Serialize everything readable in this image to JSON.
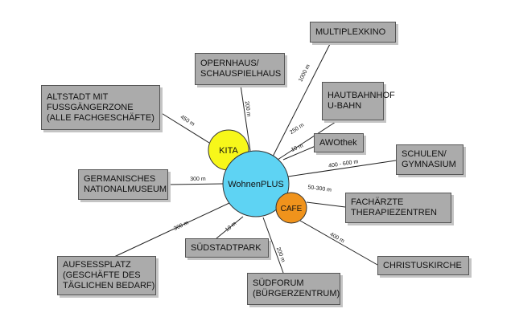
{
  "hub": {
    "label": "WohnenPLUS",
    "color": "#5ed3f3"
  },
  "kita": {
    "label": "KITA",
    "color": "#f7f71a"
  },
  "cafe": {
    "label": "CAFE",
    "color": "#f0931c"
  },
  "places": [
    {
      "key": "multiplexkino",
      "lines": [
        "MULTIPLEXKINO"
      ],
      "distance": "1000 m"
    },
    {
      "key": "opernhaus",
      "lines": [
        "OPERNHAUS/",
        "SCHAUSPIELHAUS"
      ],
      "distance": "200 m"
    },
    {
      "key": "hauptbahnhof",
      "lines": [
        "HAUTBAHNHOF",
        "U-BAHN"
      ],
      "distance": "250 m"
    },
    {
      "key": "altstadt",
      "lines": [
        "ALTSTADT MIT",
        "FUSSGÄNGERZONE",
        "(ALLE FACHGESCHÄFTE)"
      ],
      "distance": "450 m"
    },
    {
      "key": "awothek",
      "lines": [
        "AWOthek"
      ],
      "distance": "10 m"
    },
    {
      "key": "schulen",
      "lines": [
        "SCHULEN/",
        "GYMNASIUM"
      ],
      "distance": "400 - 600 m"
    },
    {
      "key": "nationalmuseum",
      "lines": [
        "GERMANISCHES",
        "NATIONALMUSEUM"
      ],
      "distance": "300 m"
    },
    {
      "key": "fachaerzte",
      "lines": [
        "FACHÄRZTE",
        "THERAPIEZENTREN"
      ],
      "distance": "50-300 m"
    },
    {
      "key": "aufsessplatz",
      "lines": [
        "AUFSESSPLATZ",
        "(GESCHÄFTE DES",
        "TÄGLICHEN BEDARF)"
      ],
      "distance": "300 m"
    },
    {
      "key": "suedstadtpark",
      "lines": [
        "SÜDSTADTPARK"
      ],
      "distance": "10 m"
    },
    {
      "key": "christuskirche",
      "lines": [
        "CHRISTUSKIRCHE"
      ],
      "distance": "400 m"
    },
    {
      "key": "suedforum",
      "lines": [
        "SÜDFORUM",
        "(BÜRGERZENTRUM)"
      ],
      "distance": "200 m"
    }
  ]
}
